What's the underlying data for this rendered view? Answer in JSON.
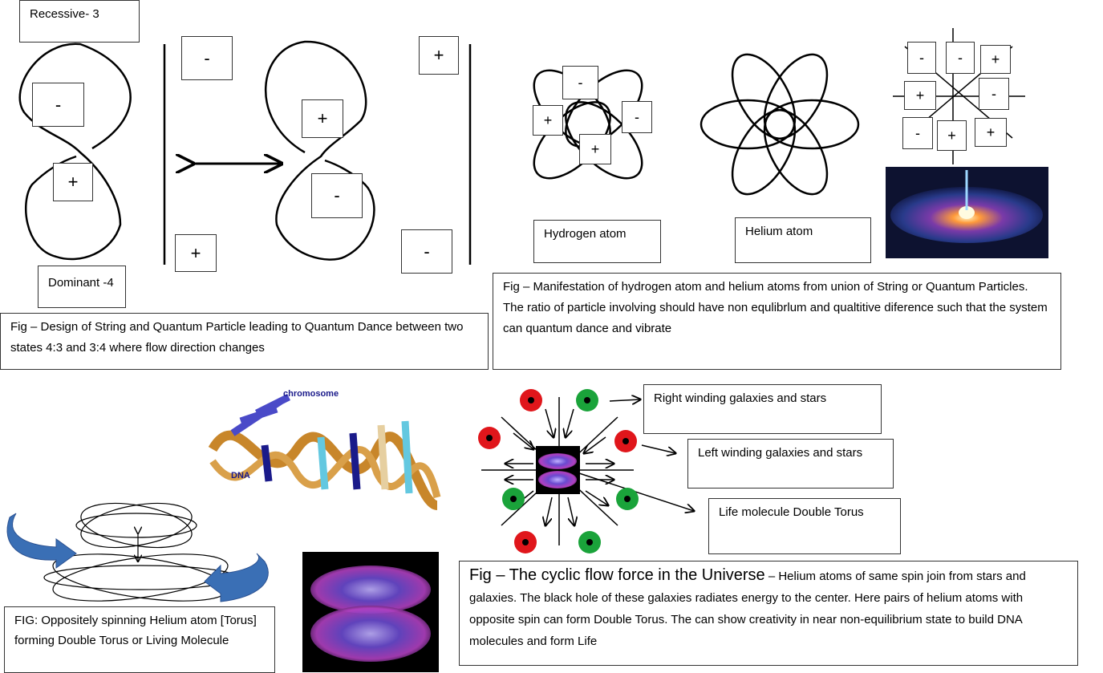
{
  "labels": {
    "recessive": "Recessive- 3",
    "dominant": "Dominant -4",
    "hydrogen": "Hydrogen atom",
    "helium": "Helium atom",
    "right_winding": "Right winding galaxies and stars",
    "left_winding": "Left winding galaxies and stars",
    "life_molecule": "Life molecule Double Torus",
    "chromosome": "chromosome",
    "dna": "DNA"
  },
  "signs": {
    "plus": "+",
    "minus": "-"
  },
  "captions": {
    "string_design": "Fig – Design of String and Quantum Particle leading to Quantum Dance between two states 4:3 and 3:4 where flow direction changes",
    "manifestation": "Fig – Manifestation of hydrogen atom and helium atoms from union of String or Quantum Particles. The ratio of particle involving should have non equlibrlum and qualtitive diference such that the system can quantum dance and vibrate",
    "cyclic_title": "Fig – The cyclic flow force in the Universe",
    "cyclic_body": " – Helium atoms of same spin join from stars and galaxies. The black hole of these galaxies radiates energy to the center.  Here pairs of helium atoms with opposite spin can form Double Torus. The can show creativity in near non-equilibrium state to build DNA molecules and form Life",
    "double_torus": "FIG: Oppositely spinning Helium atom [Torus] forming Double Torus or Living Molecule"
  },
  "colors": {
    "red_star": "#e0161b",
    "green_star": "#1aa33a",
    "arrow_blue": "#3a6fb5",
    "galaxy_purple": "#5a3a9a"
  }
}
